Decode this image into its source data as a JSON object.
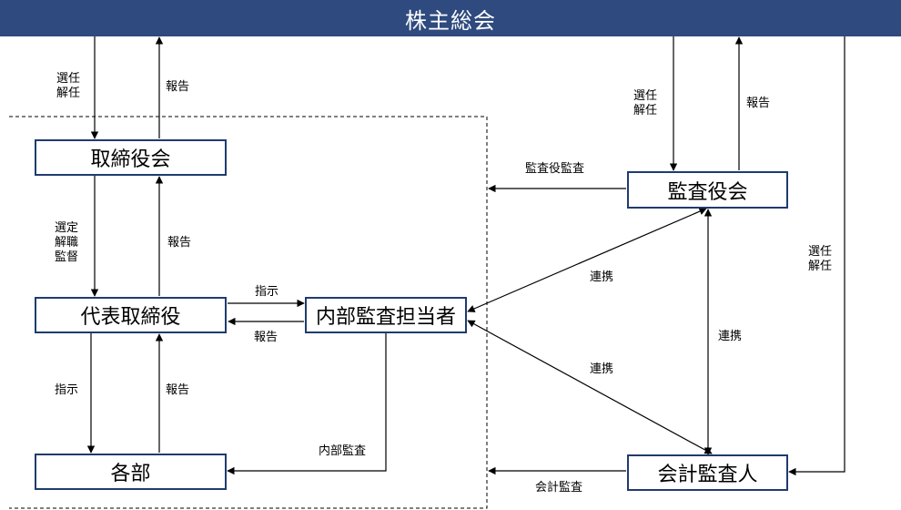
{
  "header": {
    "title": "株主総会"
  },
  "nodes": {
    "board": "取締役会",
    "ceo": "代表取締役",
    "depts": "各部",
    "internal_audit": "内部監査担当者",
    "auditors_board": "監査役会",
    "accounting_auditor": "会計監査人"
  },
  "labels": {
    "gm_board_elect": "選任\n解任",
    "board_gm_report": "報告",
    "gm_auditors_elect": "選任\n解任",
    "auditors_gm_report": "報告",
    "board_ceo_select": "選定\n解職\n監督",
    "ceo_board_report": "報告",
    "ceo_ia_instruct": "指示",
    "ia_ceo_report": "報告",
    "ceo_depts_instruct": "指示",
    "depts_ceo_report": "報告",
    "ia_depts_audit": "内部監査",
    "auditors_audit": "監査役監査",
    "accounting_audit": "会計監査",
    "gm_acct_elect": "選任\n解任",
    "ia_auditors_link": "連携",
    "auditors_acct_link": "連携",
    "ia_acct_link": "連携"
  },
  "colors": {
    "header_bg": "#2e4a7e",
    "header_text": "#ffffff",
    "box_border": "#1f3b6e",
    "line": "#000000"
  }
}
